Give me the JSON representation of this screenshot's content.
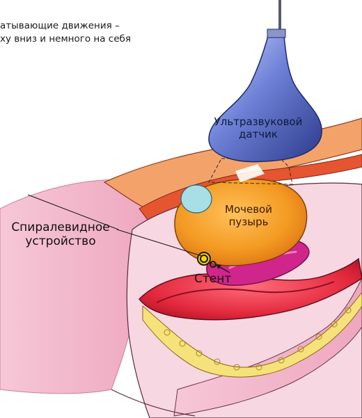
{
  "caption": {
    "line1": "атывающие движения –",
    "line2": "ху вниз и немного на себя"
  },
  "labels": {
    "probe_line1": "Ультразвуковой",
    "probe_line2": "датчик",
    "bladder_line1": "Мочевой",
    "bladder_line2": "пузырь",
    "iud_line1": "Спиралевидное",
    "iud_line2": "устройство",
    "stent": "Стент"
  },
  "colors": {
    "probe": "#5b6fc9",
    "bladder": "#f08a1a",
    "uterus": "#e3283c",
    "tissue": "#f2b3c8",
    "bone": "#f6e27a"
  }
}
